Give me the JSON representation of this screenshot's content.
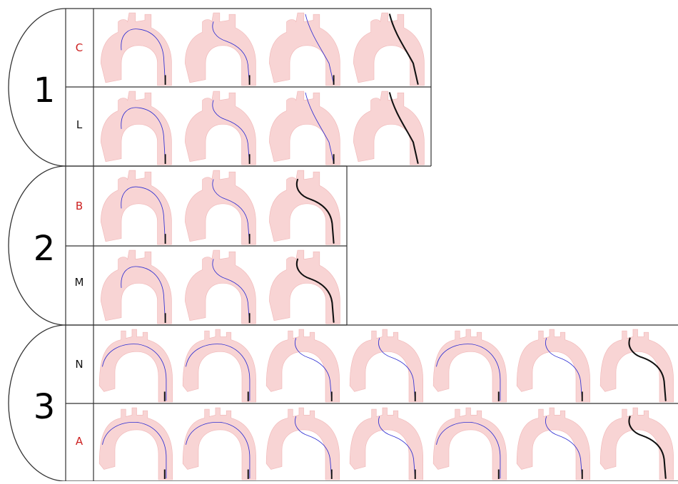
{
  "colors": {
    "anatomy": "#f8d4d4",
    "anatomy_edge": "#f0b8b8",
    "guidewire": "#2d2dd2",
    "catheter": "#111111",
    "border": "#333333",
    "label_red": "#cc1f1f",
    "label_black": "#111111"
  },
  "groups": [
    {
      "label": "1",
      "rows": [
        {
          "label": "C",
          "label_color": "red",
          "frames": 4,
          "anatomy": "arch",
          "sequence": [
            0.35,
            0.6,
            0.85,
            1.0
          ],
          "wire_shape": [
            "hook",
            "s",
            "straight",
            "straight"
          ]
        },
        {
          "label": "L",
          "label_color": "black",
          "frames": 4,
          "anatomy": "arch",
          "sequence": [
            0.35,
            0.6,
            0.85,
            1.0
          ],
          "wire_shape": [
            "hook",
            "s",
            "straight",
            "straight"
          ]
        }
      ]
    },
    {
      "label": "2",
      "rows": [
        {
          "label": "B",
          "label_color": "red",
          "frames": 3,
          "anatomy": "arch",
          "sequence": [
            0.45,
            0.75,
            1.0
          ],
          "wire_shape": [
            "hook",
            "s",
            "s"
          ]
        },
        {
          "label": "M",
          "label_color": "black",
          "frames": 3,
          "anatomy": "arch",
          "sequence": [
            0.45,
            0.75,
            1.0
          ],
          "wire_shape": [
            "hook",
            "s",
            "s"
          ]
        }
      ]
    },
    {
      "label": "3",
      "rows": [
        {
          "label": "N",
          "label_color": "black",
          "frames": 7,
          "anatomy": "arch-wide",
          "sequence": [
            0.2,
            0.32,
            0.45,
            0.58,
            0.7,
            0.85,
            1.0
          ],
          "wire_shape": [
            "arc",
            "arc",
            "s",
            "s",
            "arc",
            "s",
            "s"
          ]
        },
        {
          "label": "A",
          "label_color": "red",
          "frames": 7,
          "anatomy": "arch-wide",
          "sequence": [
            0.2,
            0.32,
            0.45,
            0.58,
            0.7,
            0.85,
            1.0
          ],
          "wire_shape": [
            "arc",
            "arc",
            "s",
            "s",
            "arc",
            "s",
            "s"
          ]
        }
      ]
    }
  ]
}
